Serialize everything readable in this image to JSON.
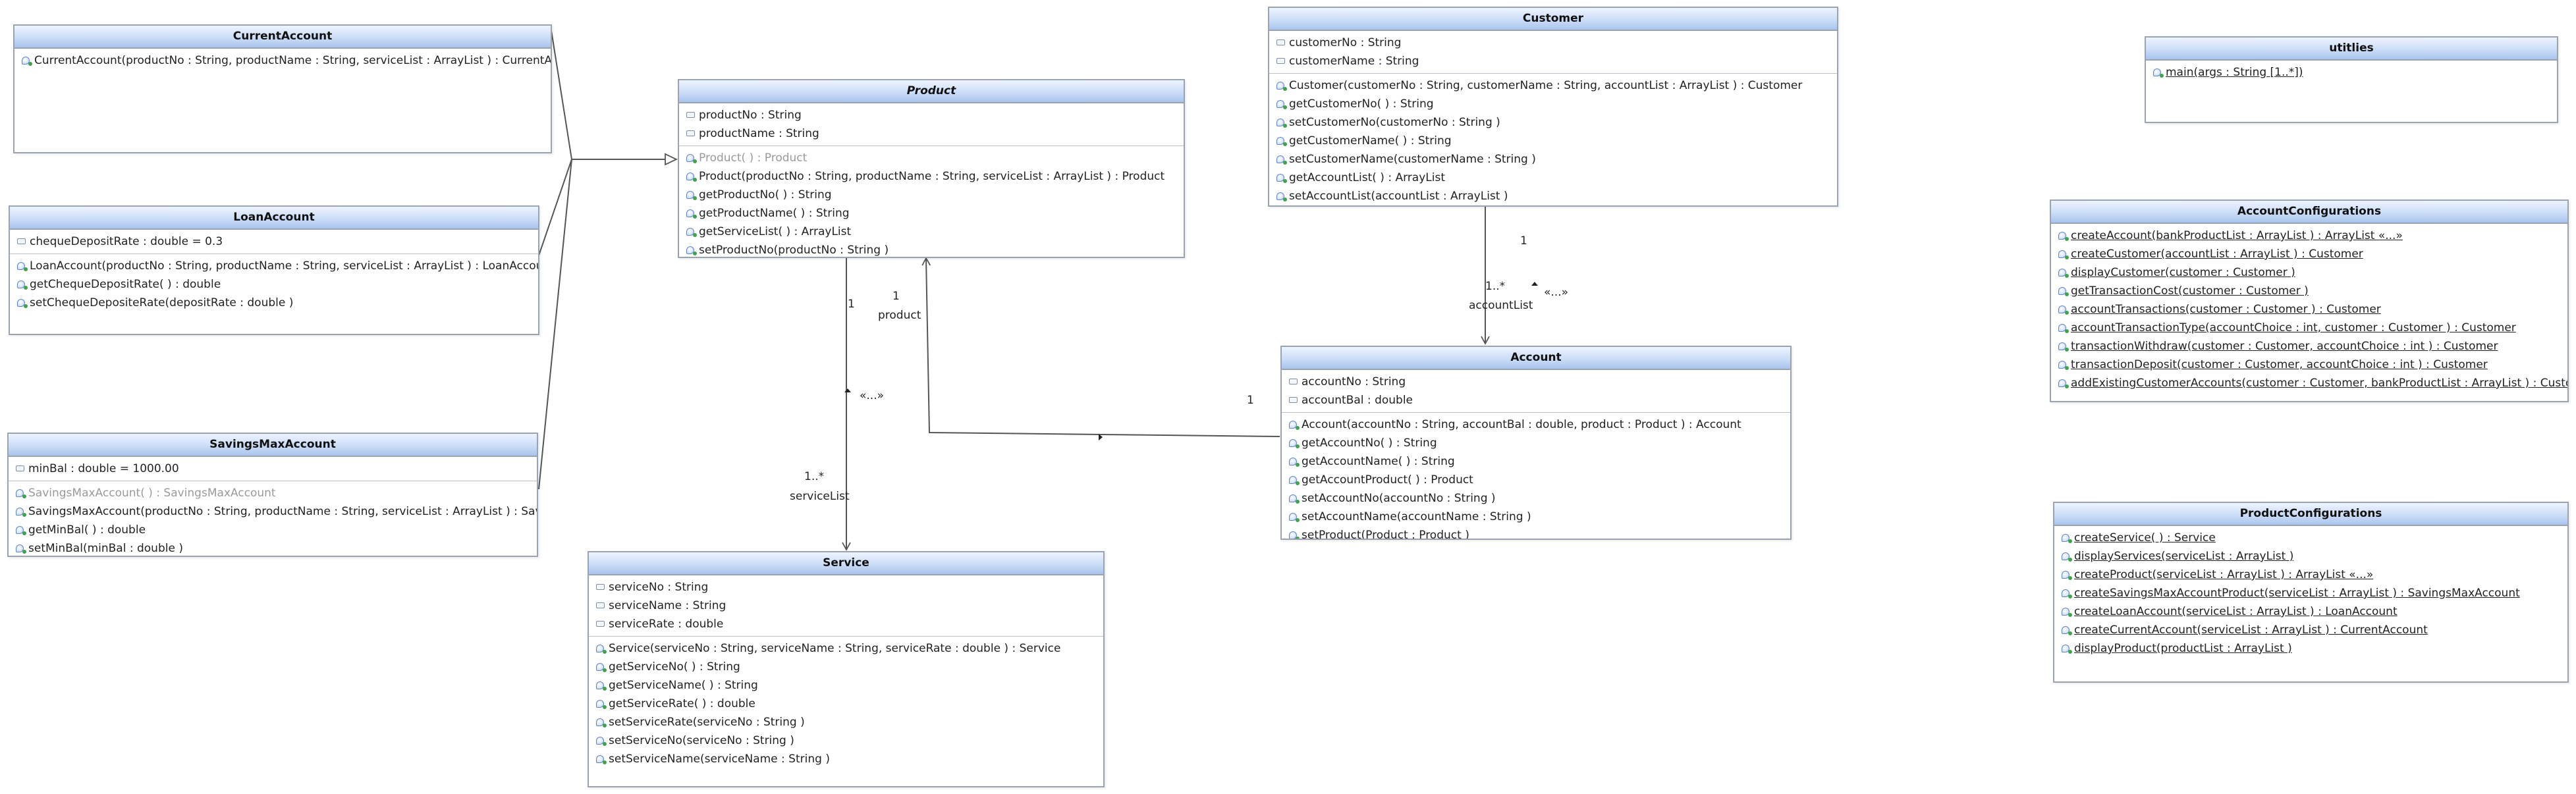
{
  "classes": {
    "current_account": {
      "name": "CurrentAccount",
      "methods": [
        "CurrentAccount(productNo : String, productName : String, serviceList : ArrayList ) : CurrentAccoun"
      ]
    },
    "loan_account": {
      "name": "LoanAccount",
      "fields": [
        "chequeDepositRate : double = 0.3"
      ],
      "methods": [
        "LoanAccount(productNo : String, productName : String, serviceList : ArrayList ) : LoanAccount",
        "getChequeDepositRate( ) : double",
        "setChequeDepositeRate(depositRate : double )"
      ]
    },
    "savings_max_account": {
      "name": "SavingsMaxAccount",
      "fields": [
        "minBal : double = 1000.00"
      ],
      "methods": [
        "SavingsMaxAccount( ) : SavingsMaxAccount",
        "SavingsMaxAccount(productNo : String, productName : String, serviceList : ArrayList ) : SavingsM",
        "getMinBal( ) : double",
        "setMinBal(minBal : double )"
      ]
    },
    "product": {
      "name": "Product",
      "fields": [
        "productNo : String",
        "productName : String"
      ],
      "methods": [
        "Product( ) : Product",
        "Product(productNo : String, productName : String, serviceList : ArrayList ) : Product",
        "getProductNo( ) : String",
        "getProductName( ) : String",
        "getServiceList( ) : ArrayList",
        "setProductNo(productNo : String )"
      ]
    },
    "service": {
      "name": "Service",
      "fields": [
        "serviceNo : String",
        "serviceName : String",
        "serviceRate : double"
      ],
      "methods": [
        "Service(serviceNo : String, serviceName : String, serviceRate : double ) : Service",
        "getServiceNo( ) : String",
        "getServiceName( ) : String",
        "getServiceRate( ) : double",
        "setServiceRate(serviceNo : String )",
        "setServiceNo(serviceNo : String )",
        "setServiceName(serviceName : String )"
      ]
    },
    "customer": {
      "name": "Customer",
      "fields": [
        "customerNo : String",
        "customerName : String"
      ],
      "methods": [
        "Customer(customerNo : String, customerName : String, accountList : ArrayList ) : Customer",
        "getCustomerNo( ) : String",
        "setCustomerNo(customerNo : String )",
        "getCustomerName( ) : String",
        "setCustomerName(customerName : String )",
        "getAccountList( ) : ArrayList",
        "setAccountList(accountList : ArrayList )"
      ]
    },
    "account": {
      "name": "Account",
      "fields": [
        "accountNo : String",
        "accountBal : double"
      ],
      "methods": [
        "Account(accountNo : String, accountBal : double, product : Product ) : Account",
        "getAccountNo( ) : String",
        "getAccountName( ) : String",
        "getAccountProduct( ) : Product",
        "setAccountNo(accountNo : String )",
        "setAccountName(accountName : String )",
        "setProduct(Product : Product )"
      ]
    },
    "utitlies": {
      "name": "utitlies",
      "methods": [
        "main(args : String [1..*])"
      ]
    },
    "account_configurations": {
      "name": "AccountConfigurations",
      "methods": [
        "createAccount(bankProductList : ArrayList ) : ArrayList «...»",
        "createCustomer(accountList : ArrayList ) : Customer",
        "displayCustomer(customer : Customer )",
        "getTransactionCost(customer : Customer )",
        "accountTransactions(customer : Customer ) : Customer",
        "accountTransactionType(accountChoice : int, customer : Customer ) : Customer",
        "transactionWithdraw(customer : Customer, accountChoice : int ) : Customer",
        "transactionDeposit(customer : Customer, accountChoice : int ) : Customer",
        "addExistingCustomerAccounts(customer : Customer, bankProductList : ArrayList ) : Customer"
      ]
    },
    "product_configurations": {
      "name": "ProductConfigurations",
      "methods": [
        "createService( ) : Service",
        "displayServices(serviceList : ArrayList )",
        "createProduct(serviceList : ArrayList ) : ArrayList «...»",
        "createSavingsMaxAccountProduct(serviceList : ArrayList ) : SavingsMaxAccount",
        "createLoanAccount(serviceList : ArrayList ) : LoanAccount",
        "createCurrentAccount(serviceList : ArrayList ) : CurrentAccount",
        "displayProduct(productList : ArrayList )"
      ]
    }
  },
  "edge_labels": {
    "product_service_src_mult": "1",
    "product_service_stereo": "«...»",
    "product_service_tgt_mult": "1..*",
    "product_service_role": "serviceList",
    "account_product_mult": "1",
    "account_product_role": "product",
    "account_src_mult": "1",
    "customer_account_src_mult": "1",
    "customer_account_stereo": "«...»",
    "customer_account_tgt_mult": "1..*",
    "customer_account_role": "accountList"
  },
  "colors": {
    "header_top": "#eef4ff",
    "header_bottom": "#a9c4ee",
    "border": "#9aa4b0",
    "edge": "#555555"
  }
}
